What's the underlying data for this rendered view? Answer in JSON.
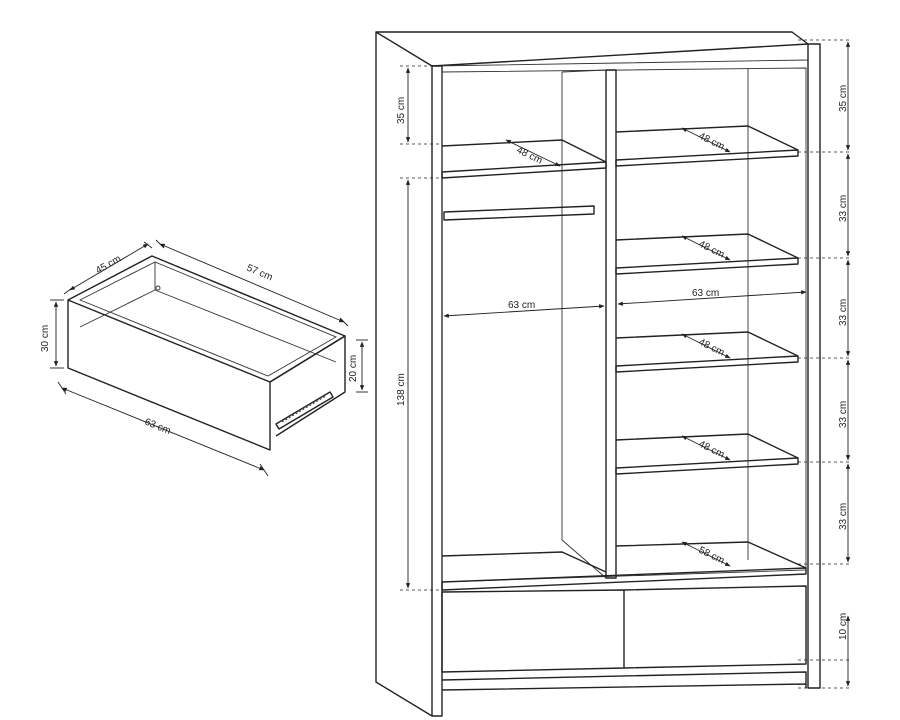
{
  "drawer": {
    "depth_label": "45 cm",
    "length_label": "57 cm",
    "height_label": "30 cm",
    "side_label": "20 cm",
    "front_label": "63 cm"
  },
  "wardrobe": {
    "top_section_height": "35 cm",
    "hanging_height": "138 cm",
    "left_width": "63 cm",
    "right_width": "63 cm",
    "shelf_depth_top_left": "48 cm",
    "shelf_depth_top_right": "48 cm",
    "shelf_depth_2": "48 cm",
    "shelf_depth_3": "48 cm",
    "shelf_depth_4": "48 cm",
    "base_depth": "58 cm",
    "right_heights": [
      "35 cm",
      "33 cm",
      "33 cm",
      "33 cm",
      "33 cm",
      "10 cm"
    ]
  }
}
